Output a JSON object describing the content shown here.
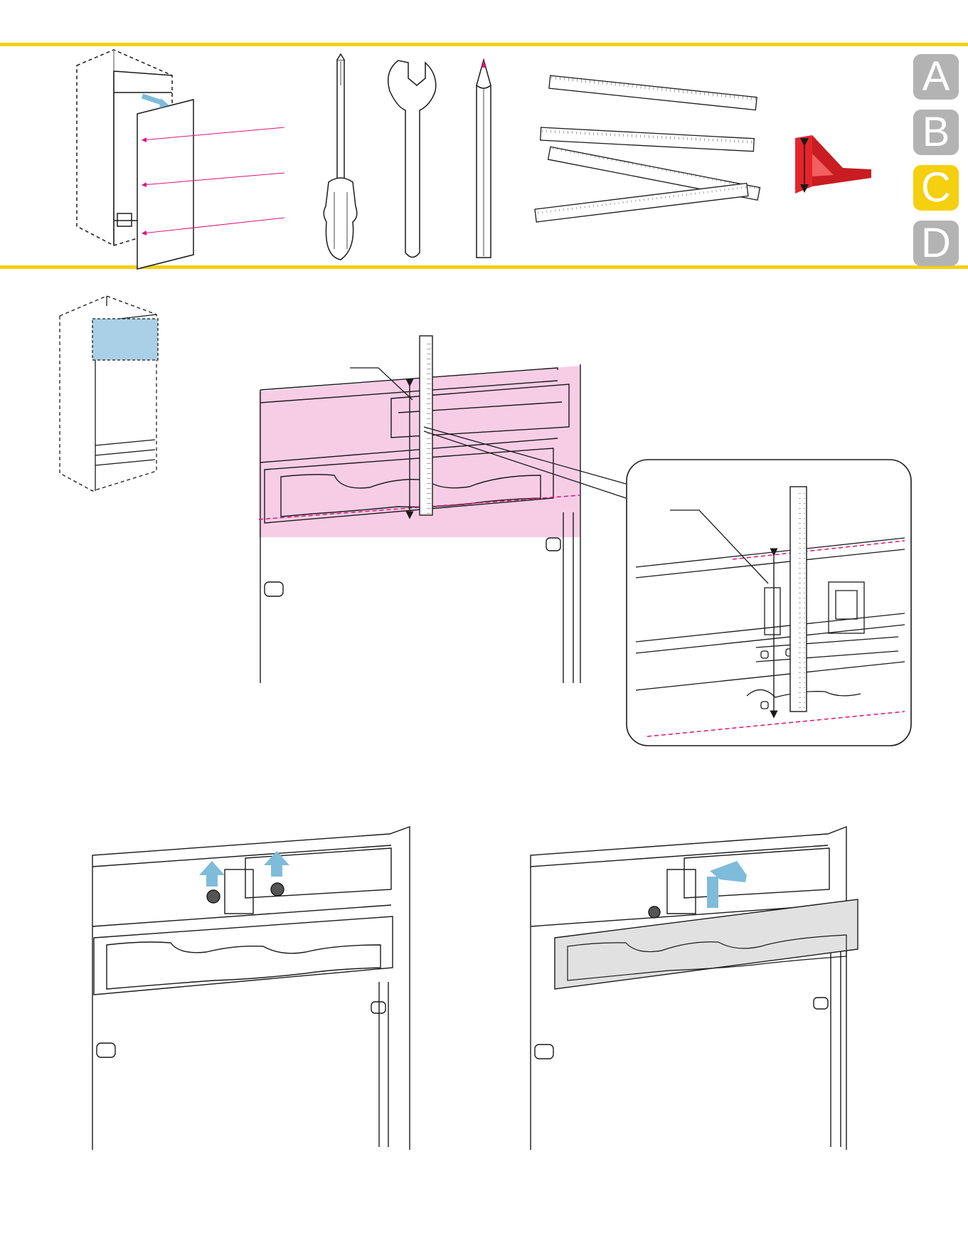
{
  "step_letters": [
    {
      "label": "A",
      "state": "inactive"
    },
    {
      "label": "B",
      "state": "inactive"
    },
    {
      "label": "C",
      "state": "active"
    },
    {
      "label": "D",
      "state": "inactive"
    }
  ],
  "colors": {
    "rule": "#f5d010",
    "letter_active": "#f5d010",
    "letter_inactive": "#b3b3b3",
    "highlight_pink": "#f7cde6",
    "marker_magenta": "#e0127a",
    "highlight_blue": "#a9d0e6",
    "arrow_blue": "#7fbcd9",
    "square_red": "#e3252b",
    "plate_grey": "#e1e1e1",
    "line": "#1a1a1a"
  },
  "tools": [
    {
      "icon": "torx-screwdriver-icon"
    },
    {
      "icon": "open-end-wrench-icon"
    },
    {
      "icon": "pencil-icon"
    },
    {
      "icon": "folding-rule-icon"
    },
    {
      "icon": "set-square-icon"
    }
  ],
  "figures": [
    {
      "name": "appliance-with-front-panel"
    },
    {
      "name": "appliance-top-highlight"
    },
    {
      "name": "measure-height-main"
    },
    {
      "name": "measure-height-detail"
    },
    {
      "name": "raise-bracket-arrows"
    },
    {
      "name": "remove-mounting-plate"
    }
  ]
}
